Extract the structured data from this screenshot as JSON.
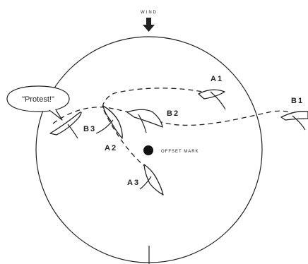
{
  "wind": {
    "label": "WIND",
    "icon": "down-arrow-icon"
  },
  "mark": {
    "label": "OFFSET MARK"
  },
  "bubble": {
    "text": "\"Protest!\""
  },
  "boats": {
    "a1": {
      "label": "A1"
    },
    "a2": {
      "label": "A2"
    },
    "a3": {
      "label": "A3"
    },
    "b1": {
      "label": "B1"
    },
    "b2": {
      "label": "B2"
    },
    "b3": {
      "label": "B3"
    }
  }
}
